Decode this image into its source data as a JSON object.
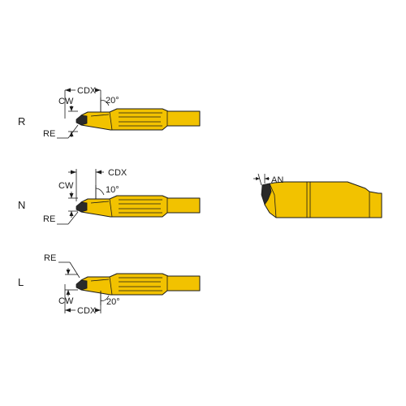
{
  "colors": {
    "tool_body": "#f2c200",
    "outline": "#1a1a1a",
    "insert": "#2a2a2a"
  },
  "rows": {
    "R": {
      "label": "R",
      "cdx": "CDX",
      "cw": "CW",
      "re": "RE",
      "angle": "20°"
    },
    "N": {
      "label": "N",
      "cdx": "CDX",
      "cw": "CW",
      "re": "RE",
      "angle": "10°"
    },
    "L": {
      "label": "L",
      "cdx": "CDX",
      "cw": "CW",
      "re": "RE",
      "angle": "20°"
    }
  },
  "side_view": {
    "an": "AN"
  }
}
